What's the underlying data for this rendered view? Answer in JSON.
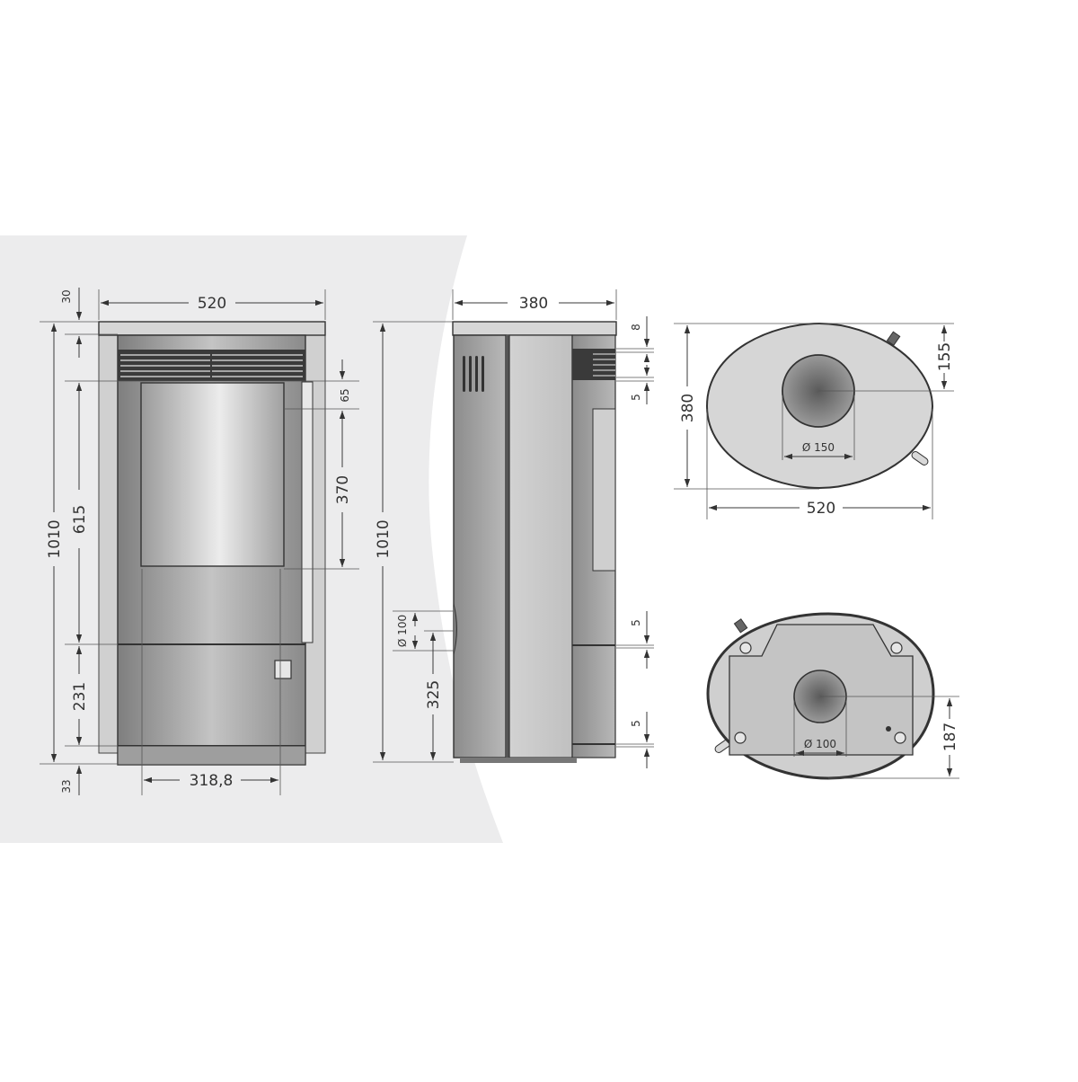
{
  "colors": {
    "background": "#ffffff",
    "panel": "#ececed",
    "body_dark": "#8a8a8a",
    "body_mid": "#b0b0b0",
    "body_light": "#d8d8d8",
    "glass": "#c8c8c8",
    "line": "#333333"
  },
  "front_view": {
    "width": "520",
    "top_offset": "30",
    "total_height": "1010",
    "door_height": "615",
    "top_grille_gap": "65",
    "window_height": "370",
    "base_drawer_height": "231",
    "foot_height": "33",
    "inner_width": "318,8"
  },
  "side_view": {
    "depth": "380",
    "total_height": "1010",
    "top_gap": "8",
    "grille_gap": "5",
    "air_inlet_diameter": "Ø 100",
    "air_inlet_height": "325",
    "joint_gap_upper": "5",
    "joint_gap_lower": "5"
  },
  "top_view": {
    "depth": "380",
    "width": "520",
    "flue_diameter": "Ø 150",
    "flue_offset": "155"
  },
  "bottom_view": {
    "air_inlet_diameter": "Ø 100",
    "inlet_offset": "187"
  }
}
